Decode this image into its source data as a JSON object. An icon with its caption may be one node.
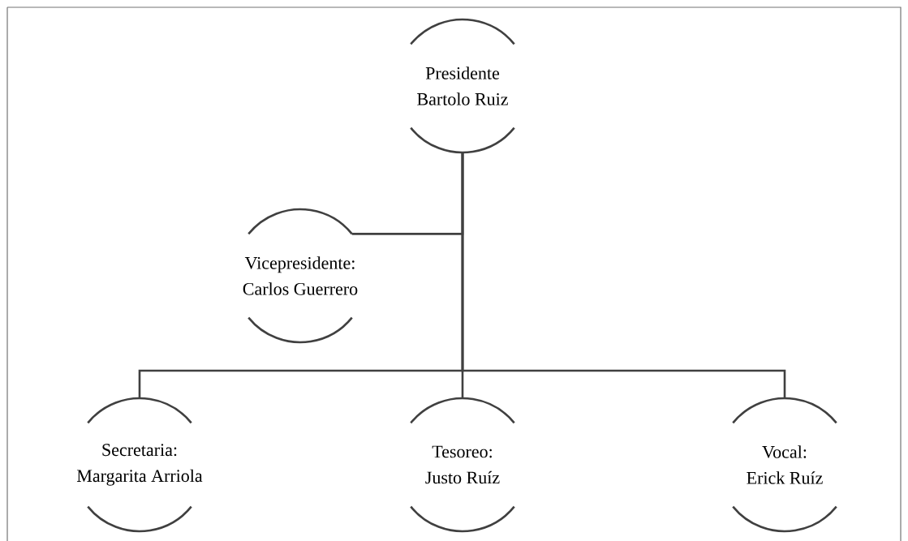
{
  "diagram": {
    "nodes": [
      {
        "text": [
          "Presidente",
          "Bartolo Ruiz"
        ]
      },
      {
        "text": [
          "Vicepresidente:",
          "Carlos Guerrero"
        ]
      },
      {
        "text": [
          "Secretaria:",
          "Margarita Arriola"
        ]
      },
      {
        "text": [
          "Tesoreo:",
          "Justo Ruíz"
        ]
      },
      {
        "text": [
          "Vocal:",
          "Erick Ruíz"
        ]
      }
    ],
    "edges": [
      {
        "from": 0,
        "to": 1,
        "arrow": "none"
      },
      {
        "from": 0,
        "to": 2,
        "arrow": "none"
      },
      {
        "from": 0,
        "to": 3,
        "arrow": "none"
      },
      {
        "from": 0,
        "to": 4,
        "arrow": "none"
      }
    ]
  }
}
